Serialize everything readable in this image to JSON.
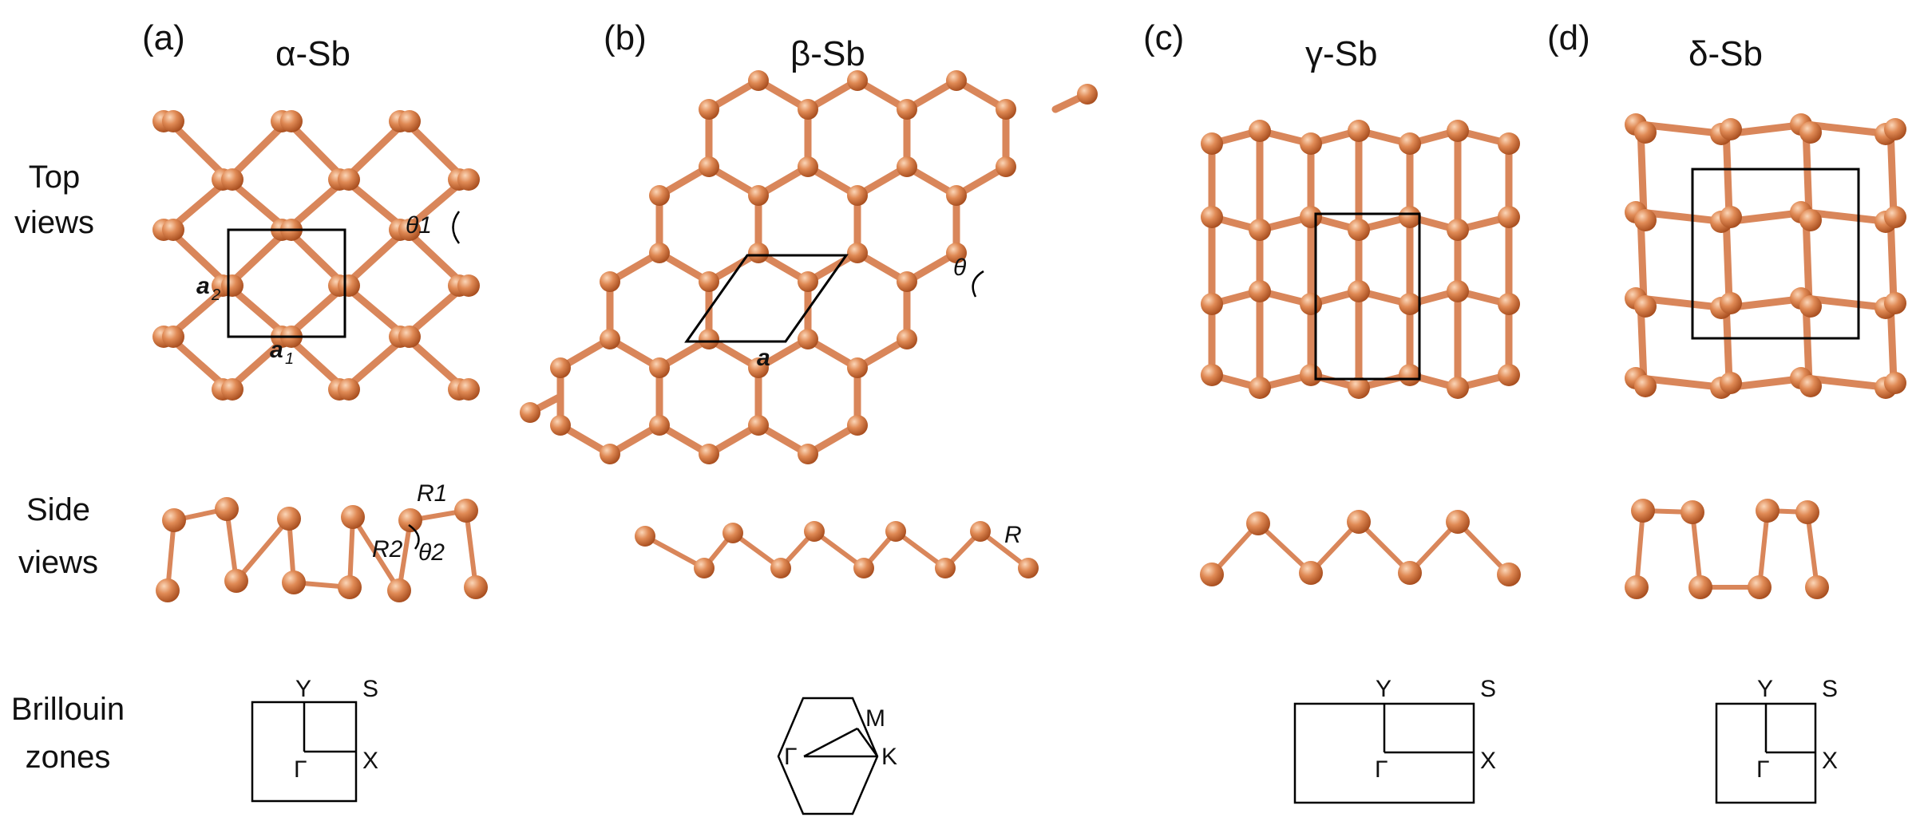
{
  "panels": [
    {
      "label": "(a)",
      "title": "α-Sb"
    },
    {
      "label": "(b)",
      "title": "β-Sb"
    },
    {
      "label": "(c)",
      "title": "γ-Sb"
    },
    {
      "label": "(d)",
      "title": "δ-Sb"
    }
  ],
  "rows": {
    "top": [
      "Top",
      "views"
    ],
    "side": [
      "Side",
      "views"
    ],
    "bz": [
      "Brillouin",
      "zones"
    ]
  },
  "params": {
    "a1": "a",
    "a1_sub": "1",
    "a2": "a",
    "a2_sub": "2",
    "theta1": "θ1",
    "a": "a",
    "theta": "θ",
    "R1": "R1",
    "R2": "R2",
    "theta2": "θ2",
    "R": "R"
  },
  "bz_points": {
    "Y": "Y",
    "S": "S",
    "Gamma": "Γ",
    "X": "X",
    "M": "M",
    "K": "K"
  },
  "colors": {
    "atom": "#c96a35",
    "atom_highlight": "#f6c7a3",
    "bond": "#d9865a",
    "line": "#000000"
  }
}
